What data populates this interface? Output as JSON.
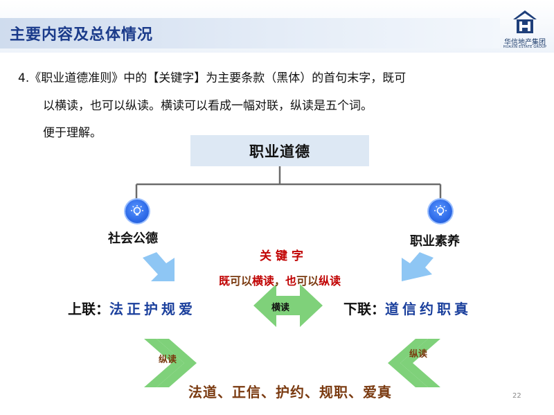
{
  "header": {
    "title": "主要内容及总体情况",
    "logo_cn": "华信地产集团",
    "logo_en": "HUAXIN ESTATE GROUP"
  },
  "intro": {
    "line1": "4.《职业道德准则》中的【关键字】为主要条款（黑体）的首句末字，既可",
    "line2": "以横读，也可以纵读。横读可以看成一幅对联，纵读是五个词。",
    "line3": "便于理解。"
  },
  "diagram": {
    "root": "职业道德",
    "left_branch": "社会公德",
    "right_branch": "职业素养",
    "keyword_title": "关键字",
    "keyword_line": {
      "p1": "既",
      "p2": "可以",
      "p3": "横读",
      "p4": "，",
      "p5": "也",
      "p6": "可以",
      "p7": "纵读"
    },
    "upper_label": "上联：",
    "upper_words": "法正护规爱",
    "lower_label": "下联：",
    "lower_words": "道信约职真",
    "horizontal_label": "横读",
    "vertical_label_left": "纵读",
    "vertical_label_right": "纵读",
    "summary": "法道、正信、护约、规职、爱真"
  },
  "footer": {
    "page_number": "22"
  },
  "colors": {
    "title_blue": "#1a3a8a",
    "word_blue": "#1a3f9c",
    "keyword_red": "#c00000",
    "brown": "#7a3a10",
    "arrow_green": "#7fd17a",
    "arrow_blue": "#8ec6f4"
  },
  "icons": [
    "lightbulb-icon",
    "logo-mark"
  ]
}
